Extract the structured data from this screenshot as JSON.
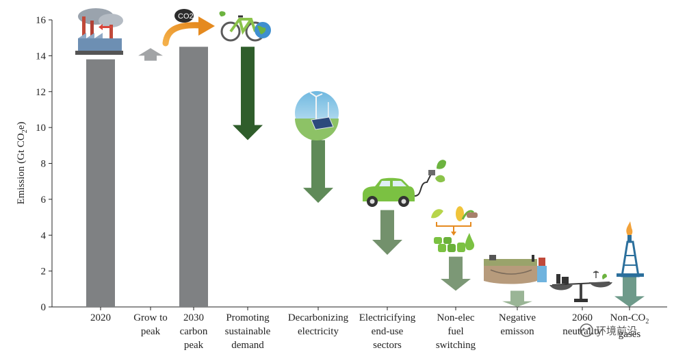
{
  "chart_data": {
    "type": "bar",
    "chart_kind": "waterfall",
    "ylabel": "Emission (Gt CO2e)",
    "ylim": [
      0,
      16
    ],
    "yticks": [
      0,
      2,
      4,
      6,
      8,
      10,
      12,
      14,
      16
    ],
    "grid": false,
    "categories": [
      "2020",
      "Grow to peak",
      "2030 carbon peak",
      "Promoting sustainable demand",
      "Decarbonizing electricity",
      "Electricifying end-use sectors",
      "Non-elec fuel switching",
      "Negative emisson",
      "2060 neutrality",
      "Non-CO2 gases"
    ],
    "category_lines": [
      [
        "2020"
      ],
      [
        "Grow to",
        "peak"
      ],
      [
        "2030",
        "carbon",
        "peak"
      ],
      [
        "Promoting",
        "sustainable",
        "demand"
      ],
      [
        "Decarbonizing",
        "electricity"
      ],
      [
        "Electricifying",
        "end-use",
        "sectors"
      ],
      [
        "Non-elec",
        "fuel",
        "switching"
      ],
      [
        "Negative",
        "emisson"
      ],
      [
        "2060",
        "neutrality"
      ],
      [
        "Non-CO",
        "gases"
      ]
    ],
    "bars": [
      {
        "kind": "total",
        "start": 0,
        "end": 13.8,
        "color": "#7f8183"
      },
      {
        "kind": "increase",
        "start": 13.8,
        "end": 14.5,
        "color": "#a2a4a6"
      },
      {
        "kind": "total",
        "start": 0,
        "end": 14.5,
        "color": "#7f8183"
      },
      {
        "kind": "decrease",
        "start": 14.5,
        "end": 9.3,
        "color": "#2f5d2b"
      },
      {
        "kind": "decrease",
        "start": 9.3,
        "end": 5.8,
        "color": "#5f8a58"
      },
      {
        "kind": "decrease",
        "start": 5.4,
        "end": 2.9,
        "color": "#73916c"
      },
      {
        "kind": "decrease",
        "start": 2.8,
        "end": 0.9,
        "color": "#7c9876"
      },
      {
        "kind": "decrease",
        "start": 0.9,
        "end": 0.0,
        "color": "#9ab596"
      },
      {
        "kind": "balance",
        "start": 0,
        "end": 0,
        "color": "#444444"
      },
      {
        "kind": "decrease",
        "start": 1.7,
        "end": 0.0,
        "color": "#6e9a8a"
      }
    ],
    "annotations": {
      "co2_badge": "CO2",
      "watermark": "环境前沿"
    }
  }
}
